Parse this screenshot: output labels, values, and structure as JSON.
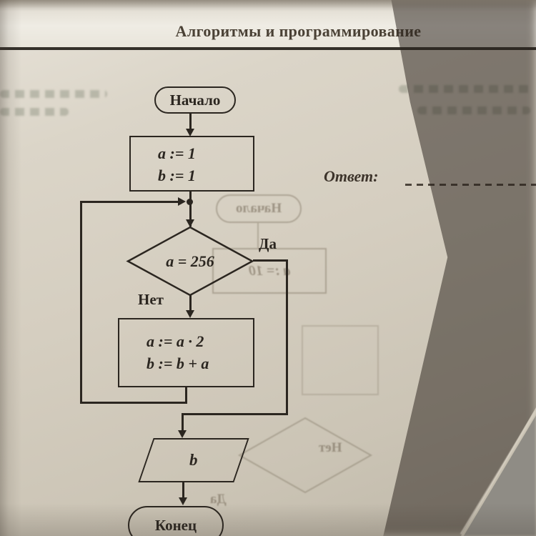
{
  "header": {
    "title": "Алгоритмы и программирование"
  },
  "answer": {
    "label": "Ответ:"
  },
  "flowchart": {
    "start_label": "Начало",
    "init_line1": "a := 1",
    "init_line2": "b := 1",
    "condition": "a = 256",
    "yes_label": "Да",
    "no_label": "Нет",
    "body_line1": "a := a · 2",
    "body_line2": "b := b + a",
    "output_label": "b",
    "end_label": "Конец"
  },
  "bleed_through": {
    "start_label": "Начало",
    "box_text": "a := 10",
    "no_label": "Нет",
    "yes_label": "Да"
  },
  "colors": {
    "ink": "#2b2620",
    "paper": "#d5cec0",
    "header_rule": "#34302a",
    "shadow_overlay": "rgba(42,35,28,0.52)"
  }
}
